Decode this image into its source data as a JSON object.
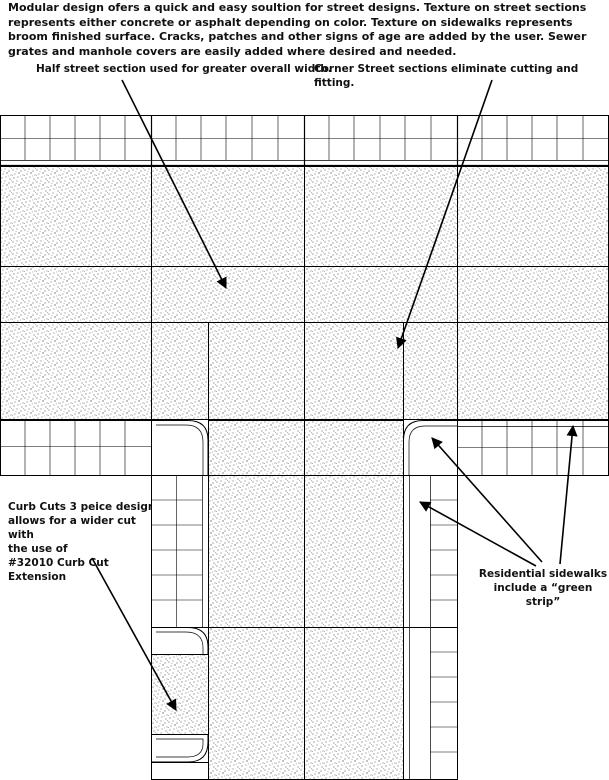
{
  "intro": "Modular design ofers a quick and easy soultion for street designs. Texture on street sections represents either concrete or asphalt depending on color. Texture on sidewalks represents broom finished surface. Cracks, patches and other signs of age are added by the user. Sewer grates and manhole covers are easily added where desired and needed.",
  "labels": {
    "half_street": "Half street section used for greater overall width.",
    "corner_street": "Corner Street sections eliminate cutting and fitting.",
    "curb_cuts": [
      "Curb Cuts 3 peice design",
      "allows for a wider cut with",
      "the use of",
      "#32010 Curb Cut Extension"
    ],
    "residential": [
      "Residential sidewalks",
      "include a “green strip”"
    ]
  }
}
